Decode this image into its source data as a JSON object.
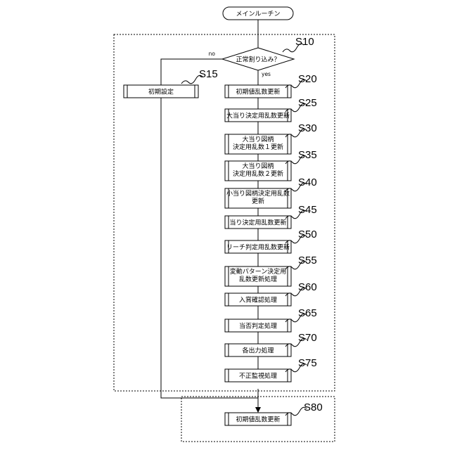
{
  "start": "メインルーチン",
  "decision": {
    "label": "正常割り込み？",
    "step": "S10",
    "yes": "yes",
    "no": "no"
  },
  "init_step": {
    "label": "初期設定",
    "step": "S15"
  },
  "steps": [
    {
      "step": "S20",
      "lines": [
        "初期値乱数更新"
      ]
    },
    {
      "step": "S25",
      "lines": [
        "大当り決定用乱数更新"
      ]
    },
    {
      "step": "S30",
      "lines": [
        "大当り図柄",
        "決定用乱数１更新"
      ]
    },
    {
      "step": "S35",
      "lines": [
        "大当り図柄",
        "決定用乱数２更新"
      ]
    },
    {
      "step": "S40",
      "lines": [
        "小当り図柄決定用乱数",
        "更新"
      ]
    },
    {
      "step": "S45",
      "lines": [
        "当り決定用乱数更新"
      ]
    },
    {
      "step": "S50",
      "lines": [
        "リーチ判定用乱数更新"
      ]
    },
    {
      "step": "S55",
      "lines": [
        "変動パターン決定用",
        "乱数更新処理"
      ]
    },
    {
      "step": "S60",
      "lines": [
        "入賞確認処理"
      ]
    },
    {
      "step": "S65",
      "lines": [
        "当否判定処理"
      ]
    },
    {
      "step": "S70",
      "lines": [
        "各出力処理"
      ]
    },
    {
      "step": "S75",
      "lines": [
        "不正監視処理"
      ]
    }
  ],
  "final_step": {
    "step": "S80",
    "lines": [
      "初期値乱数更新"
    ]
  }
}
